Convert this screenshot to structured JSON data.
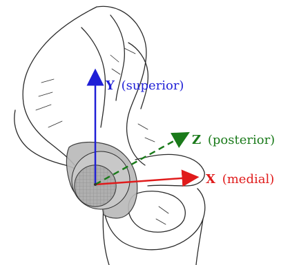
{
  "axes": {
    "y": {
      "letter": "Y",
      "direction": "(superior)",
      "color": "#1f1fd6"
    },
    "z": {
      "letter": "Z",
      "direction": "(posterior)",
      "color": "#1a7a1a"
    },
    "x": {
      "letter": "X",
      "direction": "(medial)",
      "color": "#e01b1b"
    }
  },
  "colors": {
    "bone_outline": "#2a2a2a",
    "acetabulum_fill": "#9a9a9a",
    "socket_fill": "#c8c8c8"
  }
}
